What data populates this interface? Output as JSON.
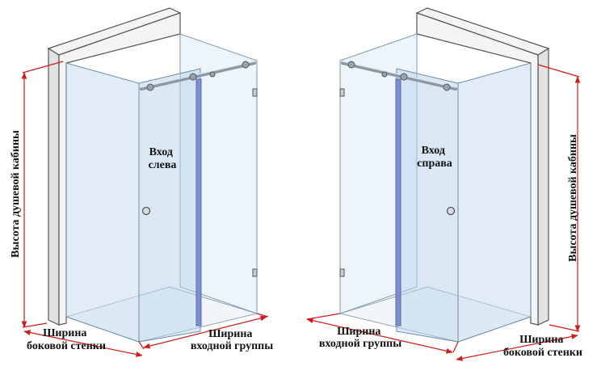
{
  "labels": {
    "height_left": "Высота душевой кабины",
    "height_right": "Высота душевой кабины",
    "entrance_left": [
      "Вход",
      "слева"
    ],
    "entrance_right": [
      "Вход",
      "справа"
    ],
    "side_width_left": [
      "Ширина",
      "боковой стенки"
    ],
    "entry_width_left": [
      "Ширина",
      "входной группы"
    ],
    "entry_width_right": [
      "Ширина",
      "входной группы"
    ],
    "side_width_right": [
      "Ширина",
      "боковой стенки"
    ]
  },
  "colors": {
    "dimension": "#d11a1a",
    "glass": "#c9ddf0",
    "frame": "#6f8ea8",
    "seal_post": "#7e8fd0"
  }
}
